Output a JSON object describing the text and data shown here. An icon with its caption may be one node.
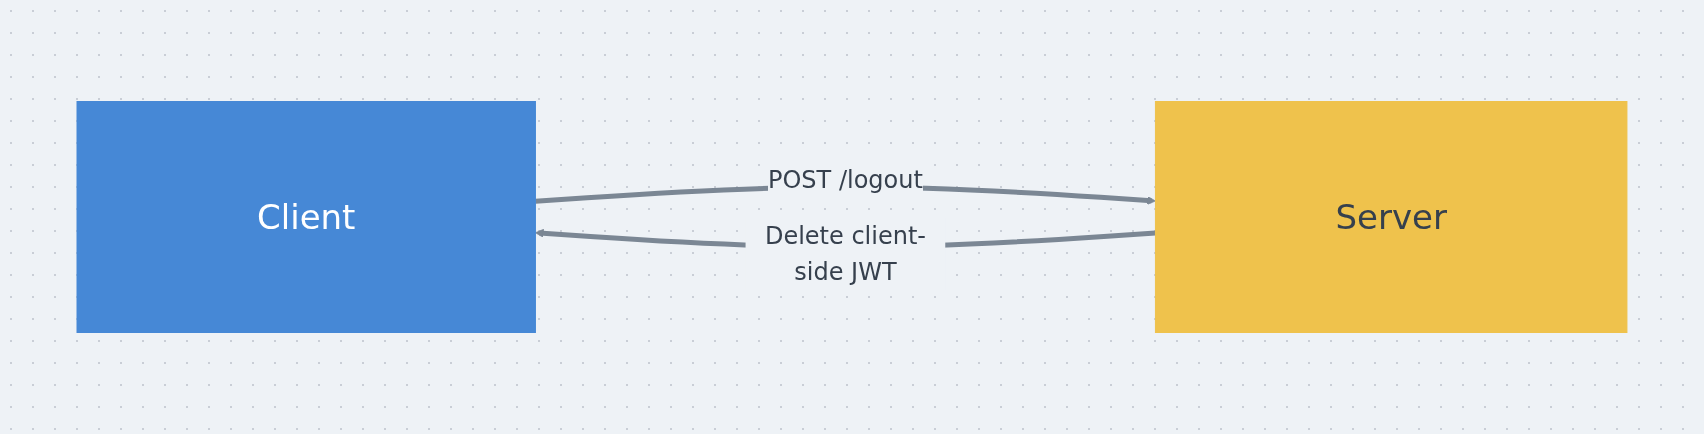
{
  "diagram": {
    "nodes": [
      {
        "text": [
          "Client"
        ]
      },
      {
        "text": [
          "Server"
        ]
      }
    ],
    "edges": [
      {
        "from": 0,
        "to": 1,
        "arrow": "to",
        "label": "POST /logout"
      },
      {
        "from": 1,
        "to": 0,
        "arrow": "to",
        "label": "Delete client-side JWT"
      }
    ]
  }
}
